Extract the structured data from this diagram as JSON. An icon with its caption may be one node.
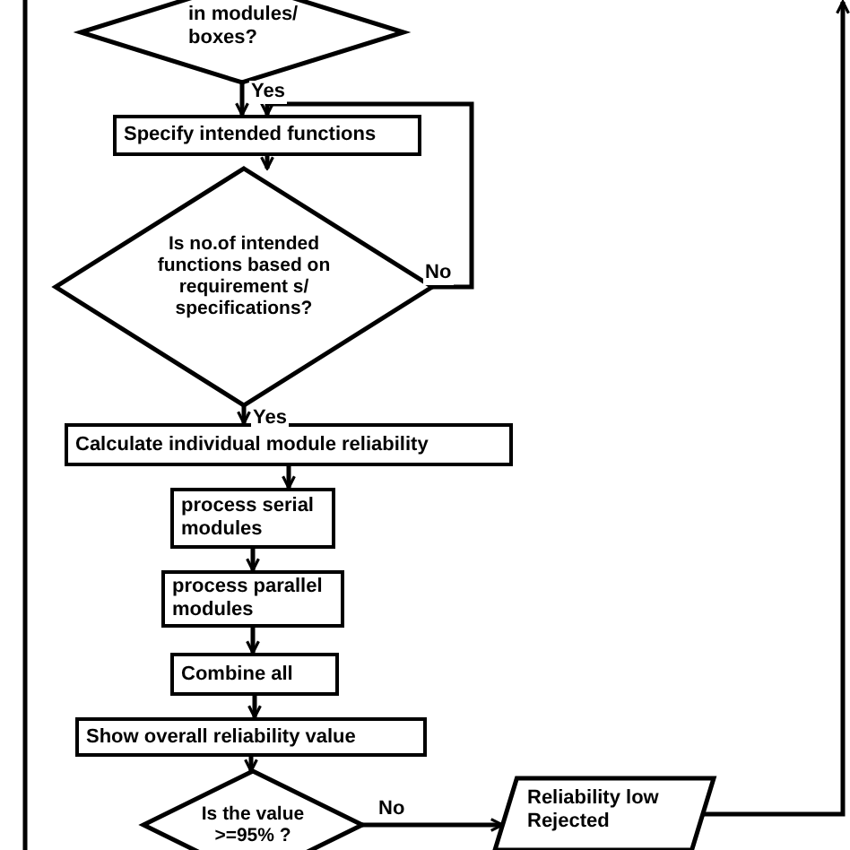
{
  "diagram": {
    "nodes": [
      {
        "text": [
          "in modules/ boxes?"
        ]
      },
      {
        "text": [
          "Specify intended functions"
        ]
      },
      {
        "text": [
          "Is no.of intended functions based on requirement s/ specifications?"
        ]
      },
      {
        "text": [
          "Calculate individual module reliability"
        ]
      },
      {
        "text": [
          "process serial modules"
        ]
      },
      {
        "text": [
          "process parallel modules"
        ]
      },
      {
        "text": [
          "Combine all"
        ]
      },
      {
        "text": [
          "Show overall reliability value"
        ]
      },
      {
        "text": [
          "Is the value >=95% ?"
        ]
      },
      {
        "text": [
          "Reliability low Rejected"
        ]
      }
    ],
    "edges": [
      {
        "from": 0,
        "to": 1,
        "arrow": "to",
        "label": "Yes"
      },
      {
        "from": 1,
        "to": 2,
        "arrow": "to"
      },
      {
        "from": 2,
        "to": 1,
        "arrow": "to",
        "label": "No"
      },
      {
        "from": 2,
        "to": 3,
        "arrow": "to",
        "label": "Yes"
      },
      {
        "from": 3,
        "to": 4,
        "arrow": "to"
      },
      {
        "from": 4,
        "to": 5,
        "arrow": "to"
      },
      {
        "from": 5,
        "to": 6,
        "arrow": "to"
      },
      {
        "from": 6,
        "to": 7,
        "arrow": "to"
      },
      {
        "from": 7,
        "to": 8,
        "arrow": "to"
      },
      {
        "from": 8,
        "to": 9,
        "arrow": "to",
        "label": "No"
      },
      {
        "from": 9,
        "to": null,
        "arrow": "to"
      }
    ]
  }
}
